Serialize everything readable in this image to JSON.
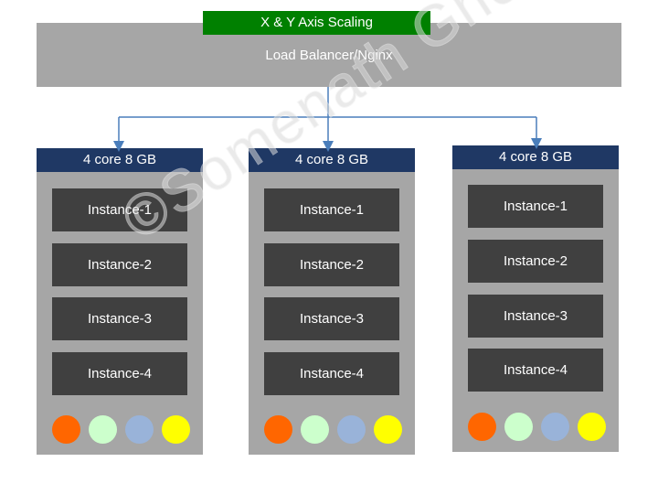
{
  "title": "X & Y Axis Scaling",
  "load_balancer": "Load Balancer/Nginx",
  "servers": [
    {
      "label": "4 core 8 GB",
      "instances": [
        "Instance-1",
        "Instance-2",
        "Instance-3",
        "Instance-4"
      ]
    },
    {
      "label": "4 core 8 GB",
      "instances": [
        "Instance-1",
        "Instance-2",
        "Instance-3",
        "Instance-4"
      ]
    },
    {
      "label": "4 core 8 GB",
      "instances": [
        "Instance-1",
        "Instance-2",
        "Instance-3",
        "Instance-4"
      ]
    }
  ],
  "dot_colors": [
    "#ff6600",
    "#ccffcc",
    "#99b3d9",
    "#ffff00"
  ],
  "colors": {
    "title_bg": "#008000",
    "lb_bg": "#a6a6a6",
    "server_header_bg": "#1f3864",
    "server_bg": "#a6a6a6",
    "instance_bg": "#404040",
    "connector": "#4a7ebb"
  },
  "watermark": "©Somenath Ghosh"
}
